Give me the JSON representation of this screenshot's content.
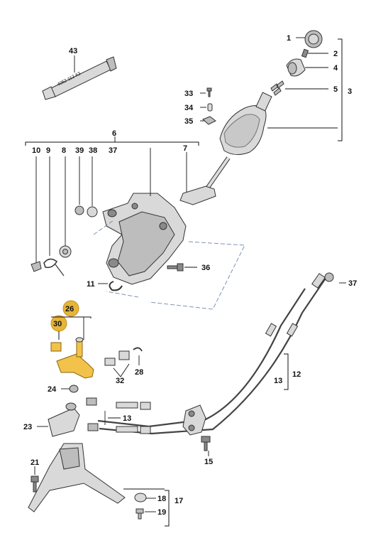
{
  "callouts": {
    "c1": "1",
    "c2": "2",
    "c3": "3",
    "c4": "4",
    "c5": "5",
    "c6": "6",
    "c7": "7",
    "c8": "8",
    "c9": "9",
    "c10": "10",
    "c11": "11",
    "c12": "12",
    "c13a": "13",
    "c13b": "13",
    "c15": "15",
    "c17": "17",
    "c18": "18",
    "c19": "19",
    "c21": "21",
    "c23": "23",
    "c24": "24",
    "c26": "26",
    "c28": "28",
    "c30": "30",
    "c32": "32",
    "c33": "33",
    "c34": "34",
    "c35": "35",
    "c36": "36",
    "c37a": "37",
    "c37b": "37",
    "c38": "38",
    "c39": "39",
    "c43": "43"
  },
  "tube_label": "4052 112 A3",
  "highlight_color": "#e5b53a",
  "highlighted_parts": [
    "26",
    "30"
  ]
}
